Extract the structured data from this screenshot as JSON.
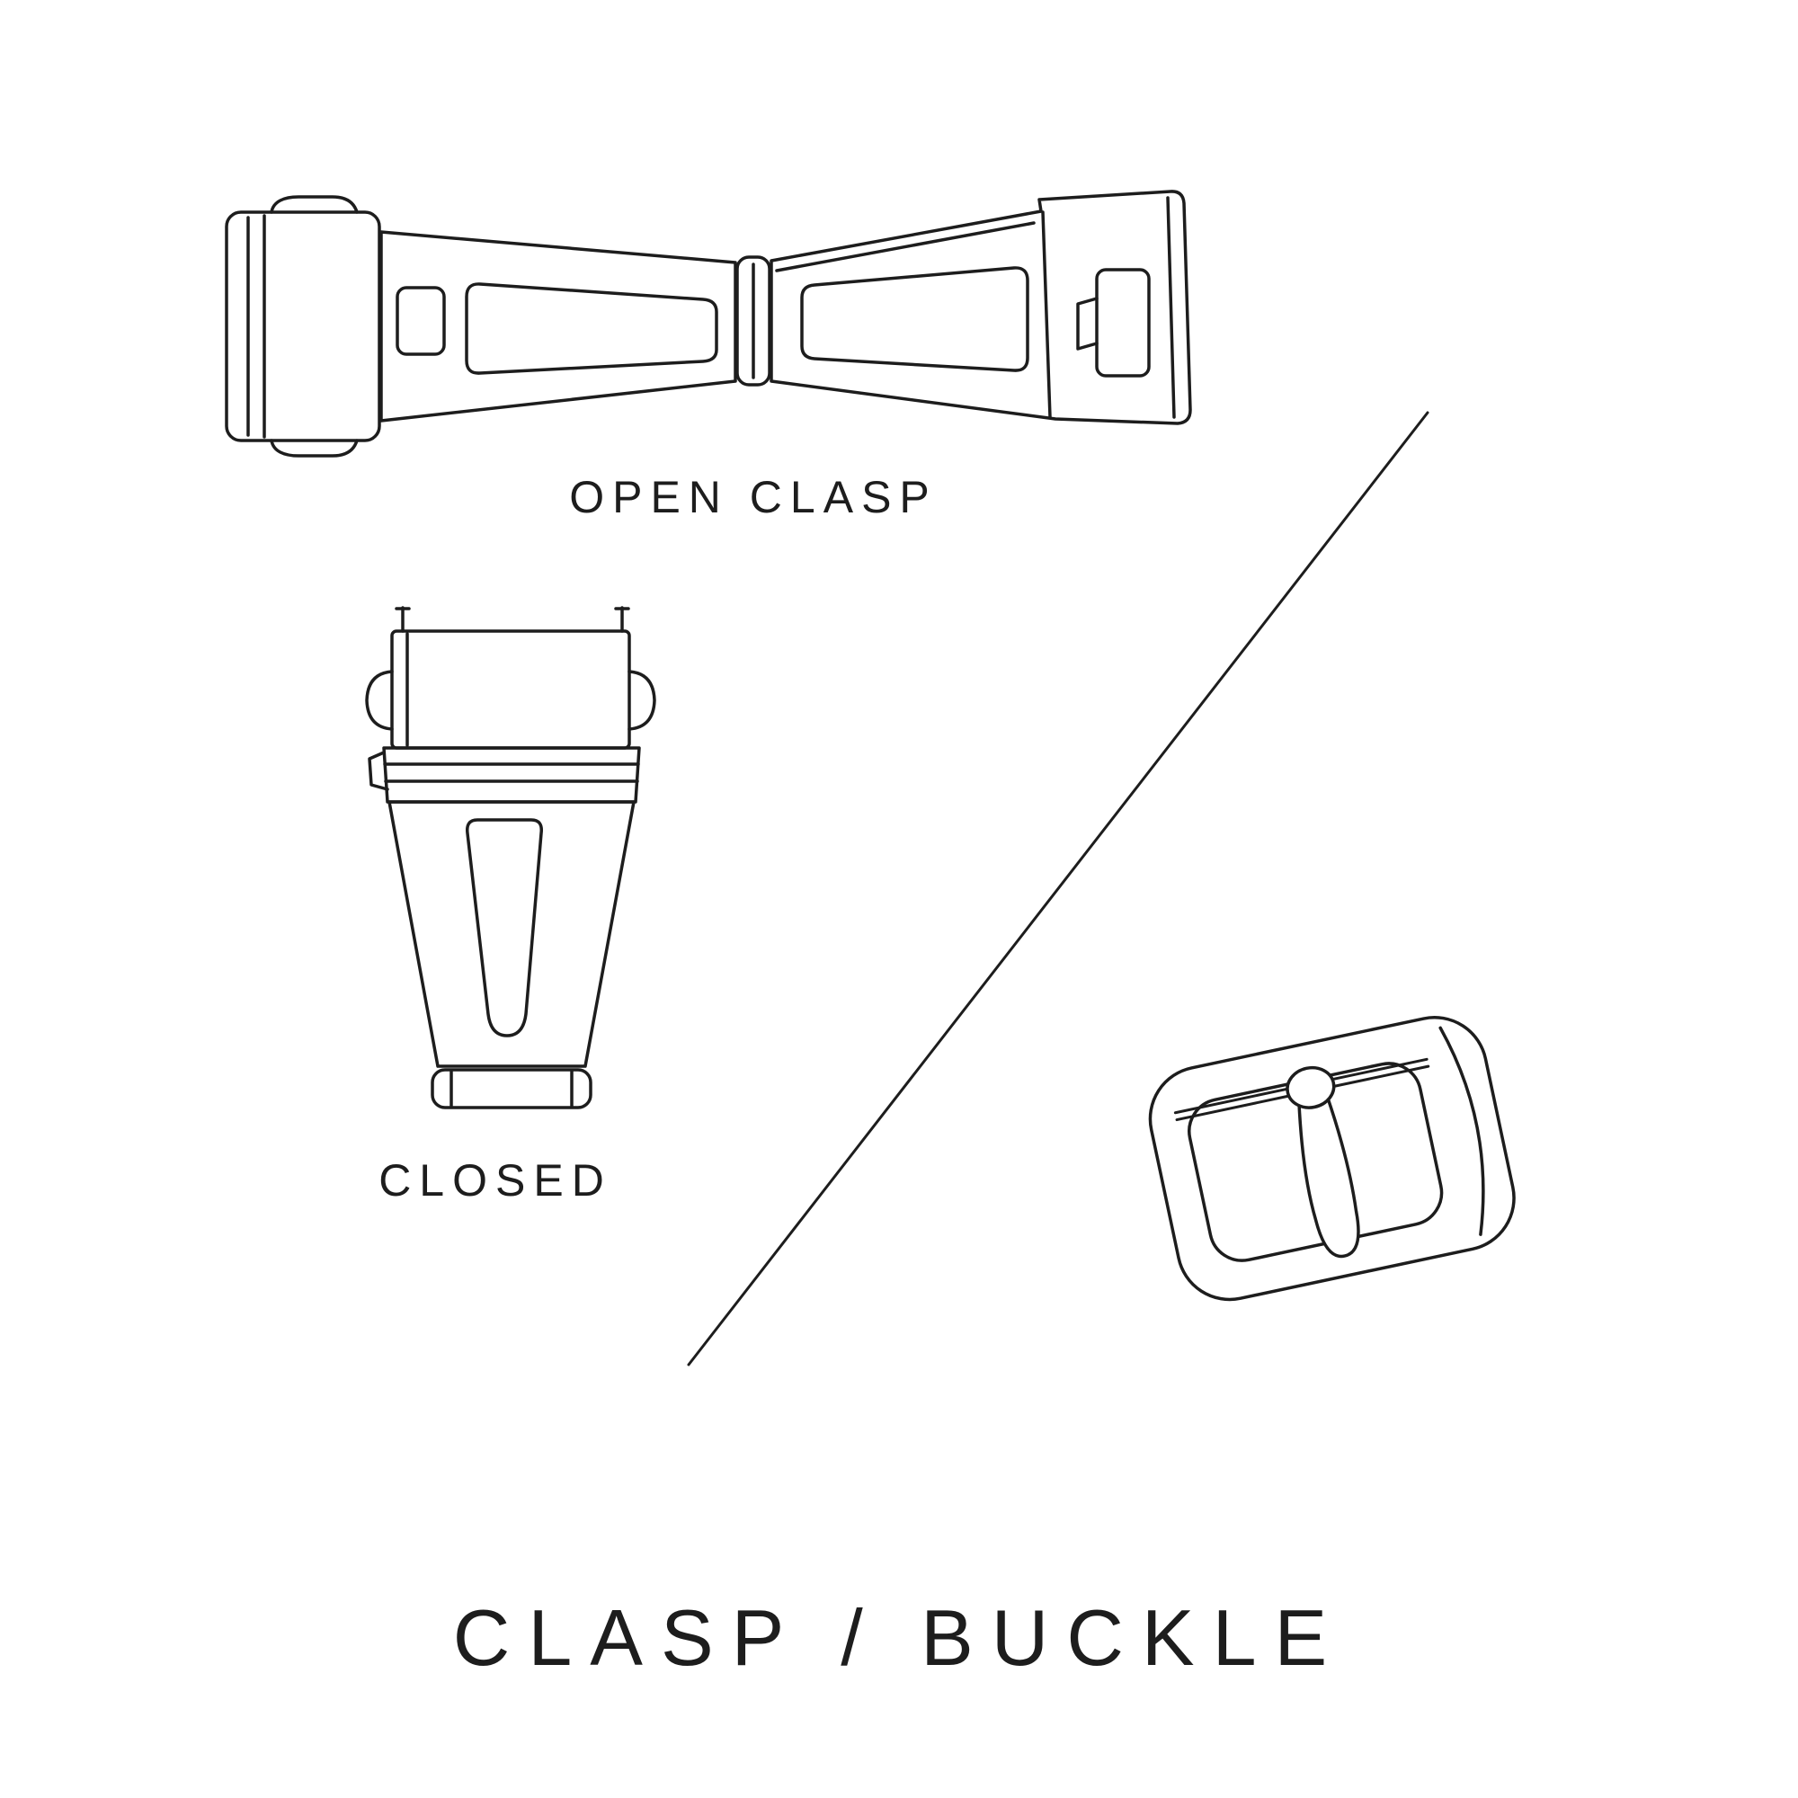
{
  "page": {
    "background": "#ffffff",
    "line_color": "#1d1d1d"
  },
  "labels": {
    "open_clasp": "OPEN CLASP",
    "closed": "CLOSED",
    "title": "CLASP / BUCKLE"
  },
  "figures": {
    "open_clasp": "open-clasp-line-drawing",
    "closed_clasp": "closed-clasp-line-drawing",
    "buckle": "tang-buckle-line-drawing",
    "divider": "diagonal-divider-line"
  }
}
